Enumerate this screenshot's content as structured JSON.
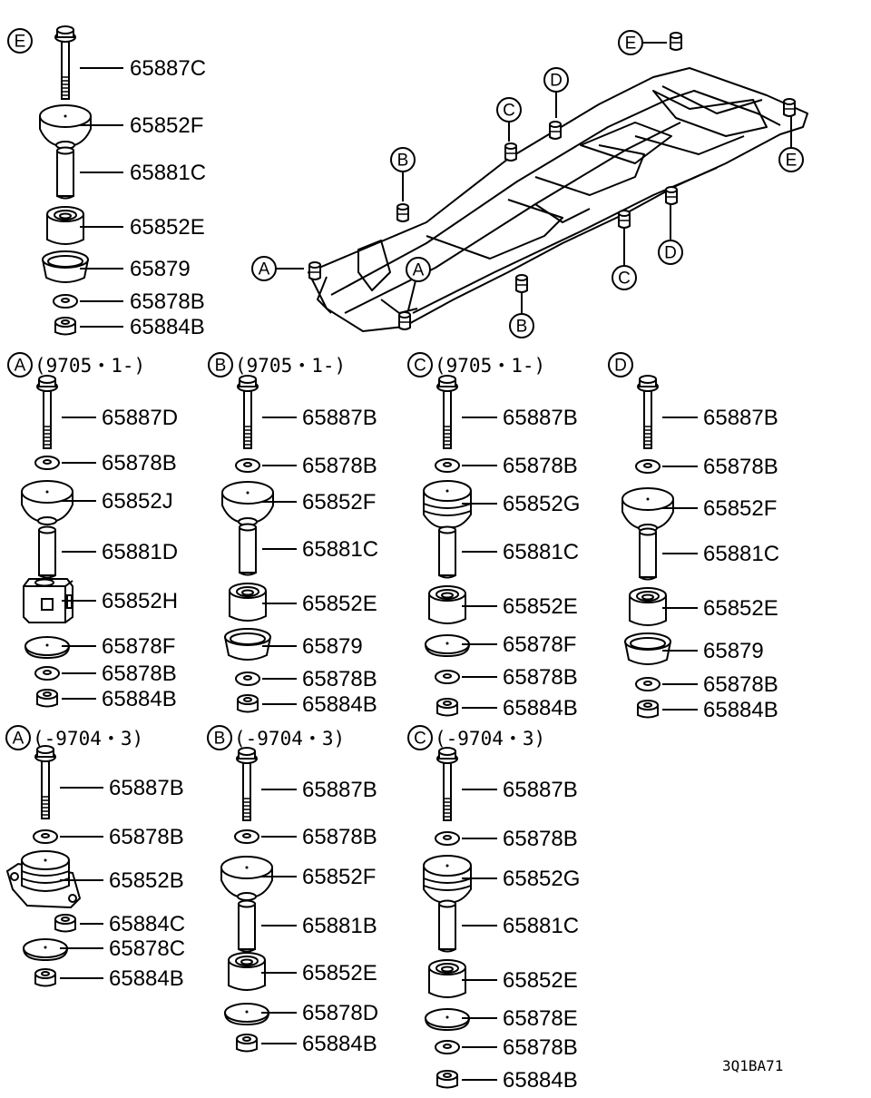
{
  "figure_id": "3Q1BA71",
  "colors": {
    "ink": "#000000",
    "paper": "#ffffff",
    "fill": "#ffffff"
  },
  "top_group": {
    "marker": "E",
    "parts": [
      {
        "part": "bolt",
        "label": "65887C"
      },
      {
        "part": "cushion-cap",
        "label": "65852F"
      },
      {
        "part": "collar",
        "label": "65881C"
      },
      {
        "part": "bushing",
        "label": "65852E"
      },
      {
        "part": "retainer",
        "label": "65879"
      },
      {
        "part": "washer",
        "label": "65878B"
      },
      {
        "part": "nut",
        "label": "65884B"
      }
    ]
  },
  "frame": {
    "markers": [
      {
        "letter": "E"
      },
      {
        "letter": "D"
      },
      {
        "letter": "C"
      },
      {
        "letter": "B"
      },
      {
        "letter": "E"
      },
      {
        "letter": "A"
      },
      {
        "letter": "A"
      },
      {
        "letter": "B"
      },
      {
        "letter": "C"
      },
      {
        "letter": "D"
      }
    ]
  },
  "groups": [
    {
      "marker": "A",
      "range": "(9705・1-)",
      "parts": [
        {
          "part": "bolt",
          "label": "65887D"
        },
        {
          "part": "washer",
          "label": "65878B"
        },
        {
          "part": "cushion-cap",
          "label": "65852J"
        },
        {
          "part": "collar",
          "label": "65881D"
        },
        {
          "part": "square-bushing",
          "label": "65852H"
        },
        {
          "part": "plate",
          "label": "65878F"
        },
        {
          "part": "washer",
          "label": "65878B"
        },
        {
          "part": "nut",
          "label": "65884B"
        }
      ]
    },
    {
      "marker": "B",
      "range": "(9705・1-)",
      "parts": [
        {
          "part": "bolt",
          "label": "65887B"
        },
        {
          "part": "washer",
          "label": "65878B"
        },
        {
          "part": "cushion-cap",
          "label": "65852F"
        },
        {
          "part": "collar",
          "label": "65881C"
        },
        {
          "part": "bushing",
          "label": "65852E"
        },
        {
          "part": "retainer",
          "label": "65879"
        },
        {
          "part": "washer",
          "label": "65878B"
        },
        {
          "part": "nut",
          "label": "65884B"
        }
      ]
    },
    {
      "marker": "C",
      "range": "(9705・1-)",
      "parts": [
        {
          "part": "bolt",
          "label": "65887B"
        },
        {
          "part": "washer",
          "label": "65878B"
        },
        {
          "part": "ribbed-cushion",
          "label": "65852G"
        },
        {
          "part": "collar",
          "label": "65881C"
        },
        {
          "part": "bushing",
          "label": "65852E"
        },
        {
          "part": "plate",
          "label": "65878F"
        },
        {
          "part": "washer",
          "label": "65878B"
        },
        {
          "part": "nut",
          "label": "65884B"
        }
      ]
    },
    {
      "marker": "D",
      "range": "",
      "parts": [
        {
          "part": "bolt",
          "label": "65887B"
        },
        {
          "part": "washer",
          "label": "65878B"
        },
        {
          "part": "cushion-cap",
          "label": "65852F"
        },
        {
          "part": "collar",
          "label": "65881C"
        },
        {
          "part": "bushing",
          "label": "65852E"
        },
        {
          "part": "retainer",
          "label": "65879"
        },
        {
          "part": "washer",
          "label": "65878B"
        },
        {
          "part": "nut",
          "label": "65884B"
        }
      ]
    },
    {
      "marker": "A",
      "range": "(-9704・3)",
      "parts": [
        {
          "part": "bolt",
          "label": "65887B"
        },
        {
          "part": "washer",
          "label": "65878B"
        },
        {
          "part": "bracket-cushion",
          "label": "65852B"
        },
        {
          "part": "nut",
          "label": "65884C"
        },
        {
          "part": "plate",
          "label": "65878C"
        },
        {
          "part": "nut",
          "label": "65884B"
        }
      ]
    },
    {
      "marker": "B",
      "range": "(-9704・3)",
      "parts": [
        {
          "part": "bolt",
          "label": "65887B"
        },
        {
          "part": "washer",
          "label": "65878B"
        },
        {
          "part": "cushion-cap",
          "label": "65852F"
        },
        {
          "part": "collar",
          "label": "65881B"
        },
        {
          "part": "bushing",
          "label": "65852E"
        },
        {
          "part": "plate",
          "label": "65878D"
        },
        {
          "part": "nut",
          "label": "65884B"
        }
      ]
    },
    {
      "marker": "C",
      "range": "(-9704・3)",
      "parts": [
        {
          "part": "bolt",
          "label": "65887B"
        },
        {
          "part": "washer",
          "label": "65878B"
        },
        {
          "part": "ribbed-cushion",
          "label": "65852G"
        },
        {
          "part": "collar",
          "label": "65881C"
        },
        {
          "part": "bushing",
          "label": "65852E"
        },
        {
          "part": "plate",
          "label": "65878E"
        },
        {
          "part": "washer",
          "label": "65878B"
        },
        {
          "part": "nut",
          "label": "65884B"
        }
      ]
    }
  ]
}
